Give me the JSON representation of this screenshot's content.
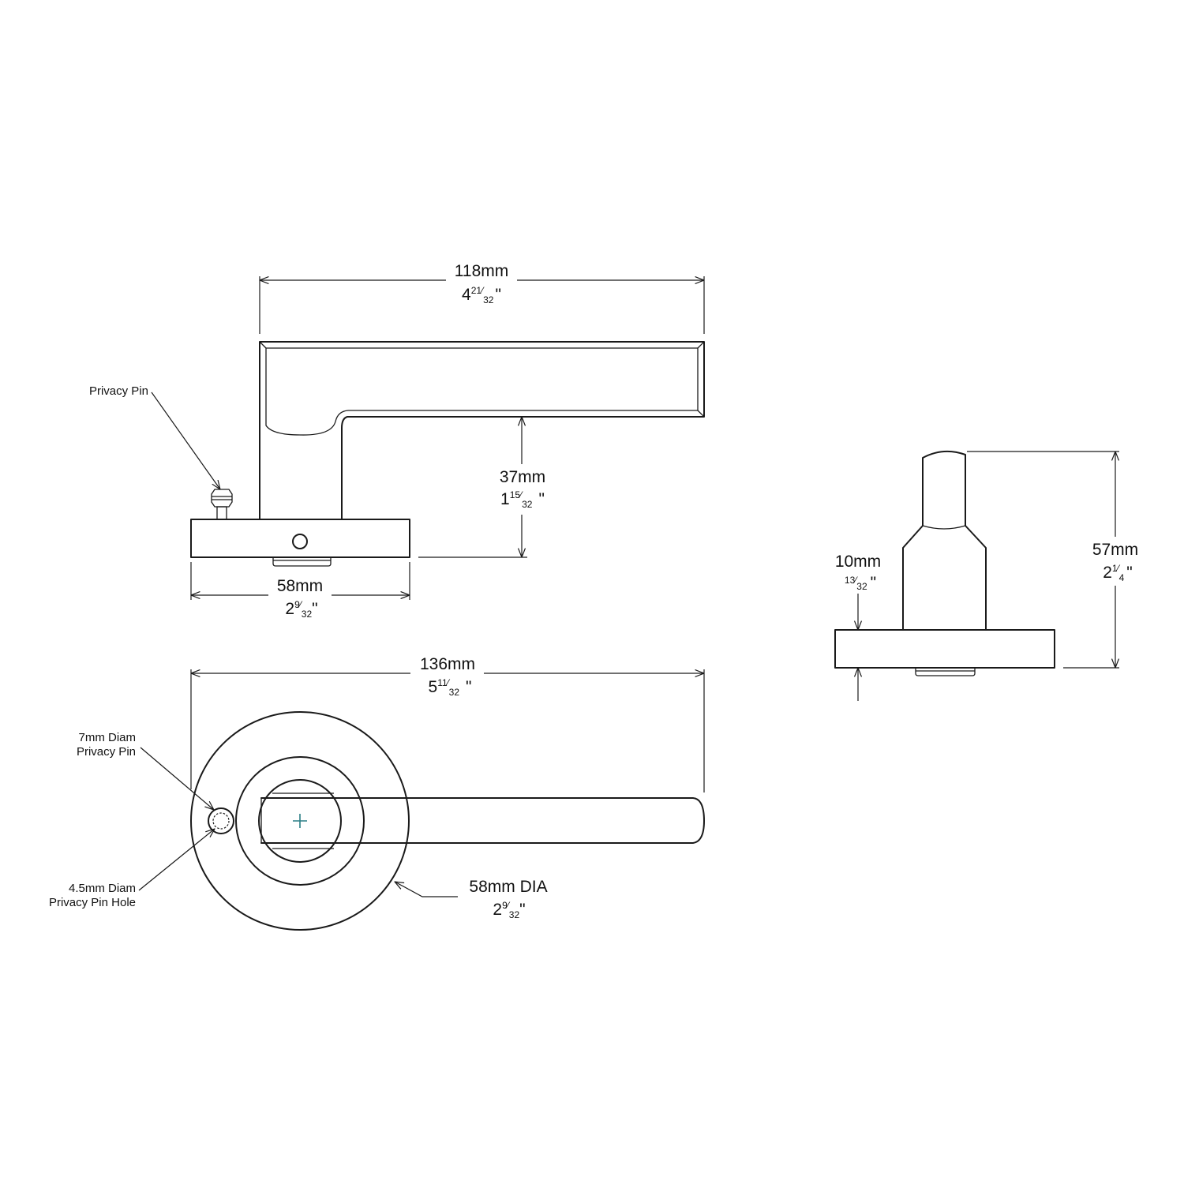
{
  "labels": {
    "privacy_pin": "Privacy Pin",
    "pin_diam_line1": "7mm Diam",
    "pin_diam_line2": "Privacy Pin",
    "hole_line1": "4.5mm Diam",
    "hole_line2": "Privacy Pin Hole"
  },
  "dimensions": {
    "lever_length": {
      "metric": "118mm",
      "whole": "4",
      "num": "21",
      "den": "32",
      "mark": "\""
    },
    "lever_height": {
      "metric": "37mm",
      "whole": "1",
      "num": "15",
      "den": "32",
      "mark": "\""
    },
    "rose_width": {
      "metric": "58mm",
      "whole": "2",
      "num": "9",
      "den": "32",
      "mark": "\""
    },
    "overall_length": {
      "metric": "136mm",
      "whole": "5",
      "num": "11",
      "den": "32",
      "mark": "\""
    },
    "rose_dia": {
      "metric": "58mm DIA",
      "whole": "2",
      "num": "9",
      "den": "32",
      "mark": "\""
    },
    "rose_thickness": {
      "metric": "10mm",
      "whole": "",
      "num": "13",
      "den": "32",
      "mark": "\""
    },
    "projection": {
      "metric": "57mm",
      "whole": "2",
      "num": "1",
      "den": "4",
      "mark": "\""
    }
  },
  "colors": {
    "line": "#1a1a1a",
    "center_mark": "#2a7f86"
  }
}
